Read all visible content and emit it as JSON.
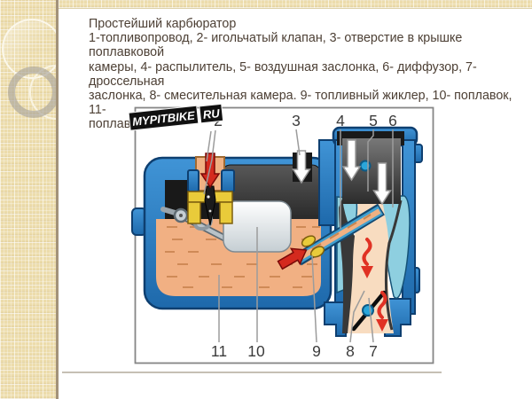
{
  "slide": {
    "title": "Простейший карбюратор",
    "body_lines": [
      "1-топливопровод, 2- игольчатый клапан, 3- отверстие в крышке поплавковой",
      "камеры, 4- распылитель, 5- воздушная заслонка, 6- диффузор, 7- дроссельная",
      "заслонка, 8- смесительная камера. 9- топливный жиклер, 10- поплавок, 11-",
      "поплавковая камера."
    ]
  },
  "diagram": {
    "watermark": {
      "site": "MYPITBIKE",
      "tld": "RU"
    },
    "callout_labels": {
      "n2": "2",
      "n3": "3",
      "n4": "4",
      "n5": "5",
      "n6": "6",
      "n7": "7",
      "n8": "8",
      "n9": "9",
      "n10": "10",
      "n11": "11"
    }
  },
  "colors": {
    "carb_body_blue": "#2b7fc2",
    "fuel_tan": "#f1b083",
    "diffuser_cyan": "#8ecfe0",
    "arrow_red": "#d42a1e",
    "valve_yellow": "#e9cb3a",
    "metal_dark": "#3a3a3a",
    "strip_beige": "#ecdcab",
    "text_brown": "#4d4035"
  }
}
